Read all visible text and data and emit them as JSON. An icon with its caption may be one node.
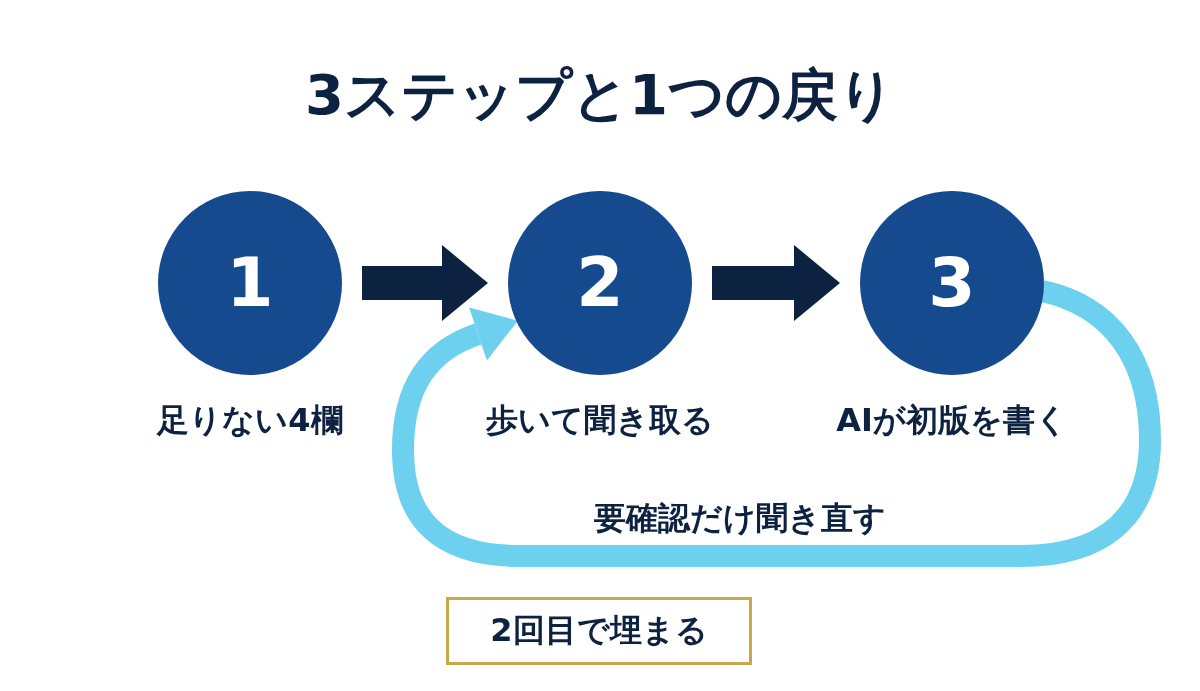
{
  "diagram": {
    "title": "3ステップと1つの戻り",
    "nodes": [
      {
        "text": [
          "1"
        ],
        "beside": [
          "足りない4欄"
        ]
      },
      {
        "text": [
          "2"
        ],
        "beside": [
          "歩いて聞き取る"
        ]
      },
      {
        "text": [
          "3"
        ],
        "beside": [
          "AIが初版を書く"
        ]
      },
      {
        "text": [
          "2回目で埋まる"
        ]
      }
    ],
    "edges": [
      {
        "from": 0,
        "to": 1,
        "arrow": "to"
      },
      {
        "from": 1,
        "to": 2,
        "arrow": "to"
      },
      {
        "from": 2,
        "to": 1,
        "arrow": "to",
        "label": "要確認だけ聞き直す",
        "color": "#6cd0ee"
      }
    ]
  }
}
